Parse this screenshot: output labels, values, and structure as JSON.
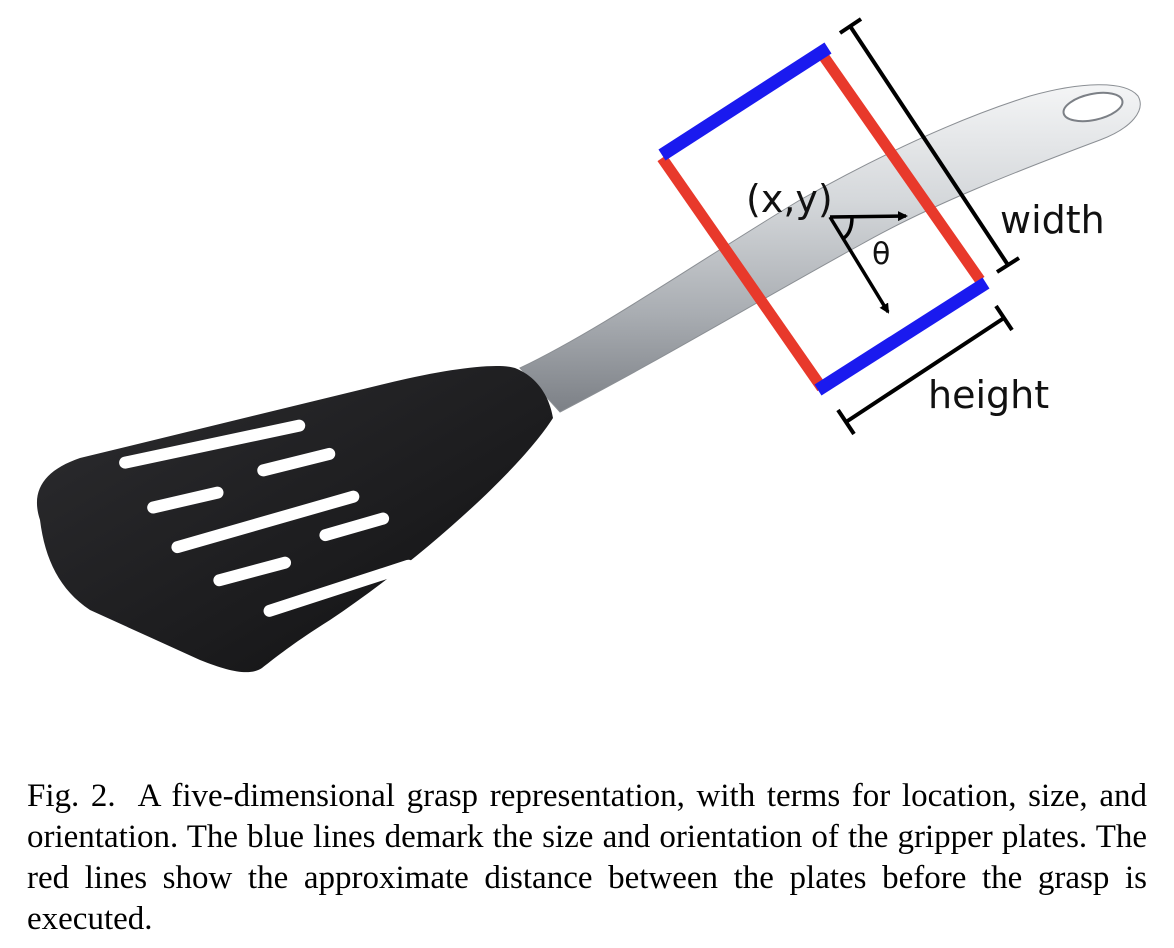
{
  "figure": {
    "labels": {
      "center": "(x,y)",
      "angle": "θ",
      "width": "width",
      "height": "height"
    },
    "colors": {
      "gripper_plates": "#1a1aef",
      "plate_distance": "#e8392b",
      "dimension_lines": "#000000",
      "spatula_head": "#1e1e20",
      "handle": "#c9cccf"
    }
  },
  "caption": {
    "number": "Fig. 2.",
    "text": "A five-dimensional grasp representation, with terms for location, size, and orientation. The blue lines demark the size and orientation of the gripper plates. The red lines show the approximate distance between the plates before the grasp is executed."
  }
}
